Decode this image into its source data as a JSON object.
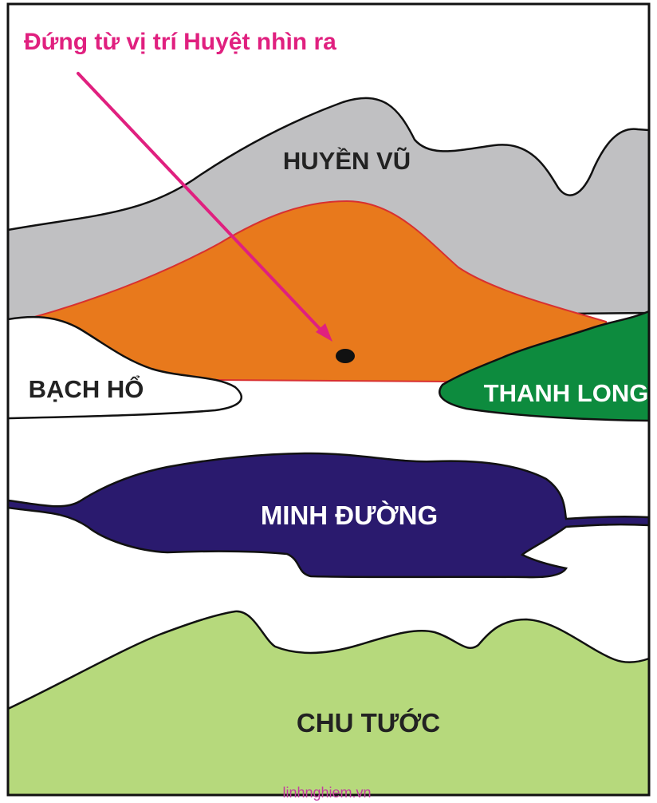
{
  "annotation": {
    "text": "Đứng từ vị trí Huyệt nhìn ra"
  },
  "regions": {
    "huyen_vu": {
      "label": "HUYỀN VŨ",
      "fill": "#c0c0c2",
      "text_color": "#222222"
    },
    "huyet": {
      "fill": "#e8791c",
      "stroke": "#d83030"
    },
    "bach_ho": {
      "label": "BẠCH HỔ",
      "fill": "#ffffff",
      "text_color": "#222222"
    },
    "thanh_long": {
      "label": "THANH LONG",
      "fill": "#0d8b3e",
      "text_color": "#ffffff"
    },
    "minh_duong": {
      "label": "MINH ĐƯỜNG",
      "fill": "#2a1a6e",
      "text_color": "#ffffff"
    },
    "chu_tuoc": {
      "label": "CHU TƯỚC",
      "fill": "#b6d97c",
      "text_color": "#222222"
    }
  },
  "colors": {
    "annotation": "#e0207f",
    "outline": "#111111",
    "watermark": "#c23da0"
  },
  "watermark": {
    "text": "linhnghiem.vn"
  }
}
